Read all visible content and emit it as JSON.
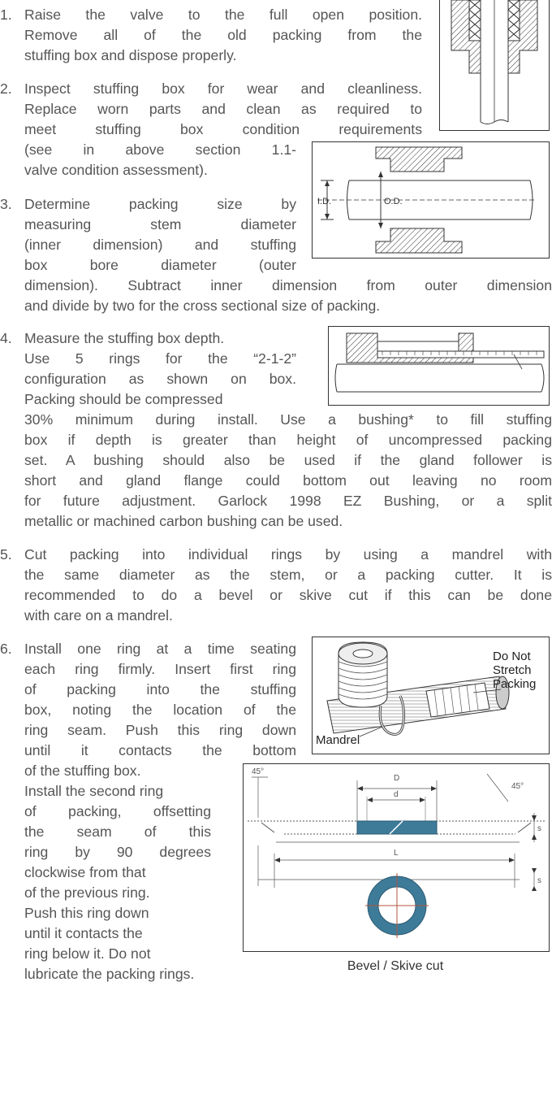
{
  "steps": [
    {
      "num": "1.",
      "lines": [
        "Raise the valve to the full open position.",
        "Remove all of the old packing from the",
        "stuffing box and dispose properly."
      ]
    },
    {
      "num": "2.",
      "lines": [
        "Inspect stuffing box for wear and cleanliness.",
        "Replace worn parts and clean as required to",
        "meet stuffing box condition requirements",
        "(see in above section 1.1-",
        "valve condition assessment)."
      ]
    },
    {
      "num": "3.",
      "lines": [
        "Determine packing size by",
        "measuring stem diameter",
        "(inner dimension) and stuffing",
        "box bore diameter (outer"
      ],
      "cont": [
        "dimension). Subtract inner dimension from outer dimension",
        "and divide by two for the cross sectional size of packing."
      ]
    },
    {
      "num": "4.",
      "lines": [
        "Measure the stuffing box depth.",
        "Use 5 rings for the “2-1-2”",
        "configuration as shown on box.",
        "Packing should be compressed"
      ],
      "cont": [
        "30% minimum during install. Use a bushing* to fill stuffing",
        "box if depth is greater than height of uncompressed packing",
        "set. A bushing should also be used if the gland follower is",
        "short and gland flange could bottom out leaving no room",
        "for future adjustment. Garlock 1998 EZ Bushing, or a split",
        "metallic or machined carbon bushing can be used."
      ]
    },
    {
      "num": "5.",
      "lines": [
        "Cut packing into individual rings by using a mandrel with",
        "the same diameter as the stem, or a packing cutter. It is",
        "recommended to do a bevel or skive cut if this can be done",
        "with care on a mandrel."
      ]
    },
    {
      "num": "6.",
      "lines": [
        "Install one ring at a time seating",
        "each ring firmly. Insert first ring",
        "of packing into the stuffing",
        "box, noting the location of the",
        "ring seam. Push this ring down",
        "until it contacts the bottom"
      ],
      "cont": [
        "of the stuffing box.",
        "Install the second ring",
        "of packing, offsetting",
        "the seam of this",
        "ring by 90 degrees",
        "clockwise from that",
        "of the previous ring.",
        "Push this ring down",
        "until it contacts the",
        "ring below it. Do not",
        "lubricate the packing rings."
      ]
    }
  ],
  "figures": {
    "fig3": {
      "id_label": "I.D.",
      "od_label": "O.D."
    },
    "fig6": {
      "label_stretch_1": "Do Not",
      "label_stretch_2": "Stretch",
      "label_stretch_3": "Packing",
      "label_mandrel": "Mandrel"
    },
    "fig7": {
      "angle_left": "45°",
      "angle_right": "45°",
      "dim_D": "D",
      "dim_d": "d",
      "dim_L": "L",
      "dim_s1": "s",
      "dim_s2": "s",
      "caption": "Bevel / Skive cut"
    }
  },
  "colors": {
    "text": "#555555",
    "figure_line": "#333333",
    "skive_fill": "#3d7b99"
  }
}
